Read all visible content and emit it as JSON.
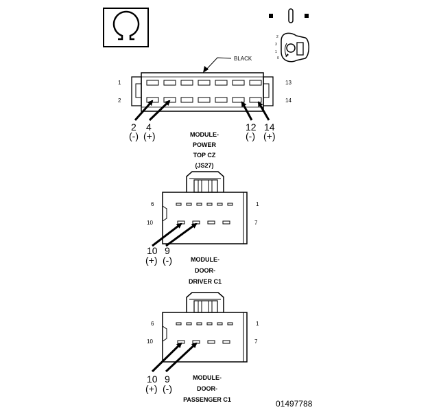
{
  "figure_id": "01497788",
  "top_connector": {
    "color_label": "BLACK",
    "pin_numbers": {
      "top_left": "1",
      "bottom_left": "2",
      "top_right": "13",
      "bottom_right": "14"
    },
    "callouts": [
      {
        "pin": "2",
        "polarity": "(-)"
      },
      {
        "pin": "4",
        "polarity": "(+)"
      },
      {
        "pin": "12",
        "polarity": "(-)"
      },
      {
        "pin": "14",
        "polarity": "(+)"
      }
    ],
    "title_lines": [
      "MODULE-",
      "POWER",
      "TOP CZ",
      "(JS27)"
    ]
  },
  "driver_connector": {
    "pin_numbers": {
      "top_left": "6",
      "bottom_left": "10",
      "top_right": "1",
      "bottom_right": "7"
    },
    "callouts": [
      {
        "pin": "10",
        "polarity": "(+)"
      },
      {
        "pin": "9",
        "polarity": "(-)"
      }
    ],
    "title_lines": [
      "MODULE-",
      "DOOR-",
      "DRIVER C1"
    ]
  },
  "passenger_connector": {
    "pin_numbers": {
      "top_left": "6",
      "bottom_left": "10",
      "top_right": "1",
      "bottom_right": "7"
    },
    "callouts": [
      {
        "pin": "10",
        "polarity": "(+)"
      },
      {
        "pin": "9",
        "polarity": "(-)"
      }
    ],
    "title_lines": [
      "MODULE-",
      "DOOR-",
      "PASSENGER C1"
    ]
  },
  "icons": {
    "meter_symbol": "ohm-icon",
    "ignition": "ignition-key-icon"
  }
}
